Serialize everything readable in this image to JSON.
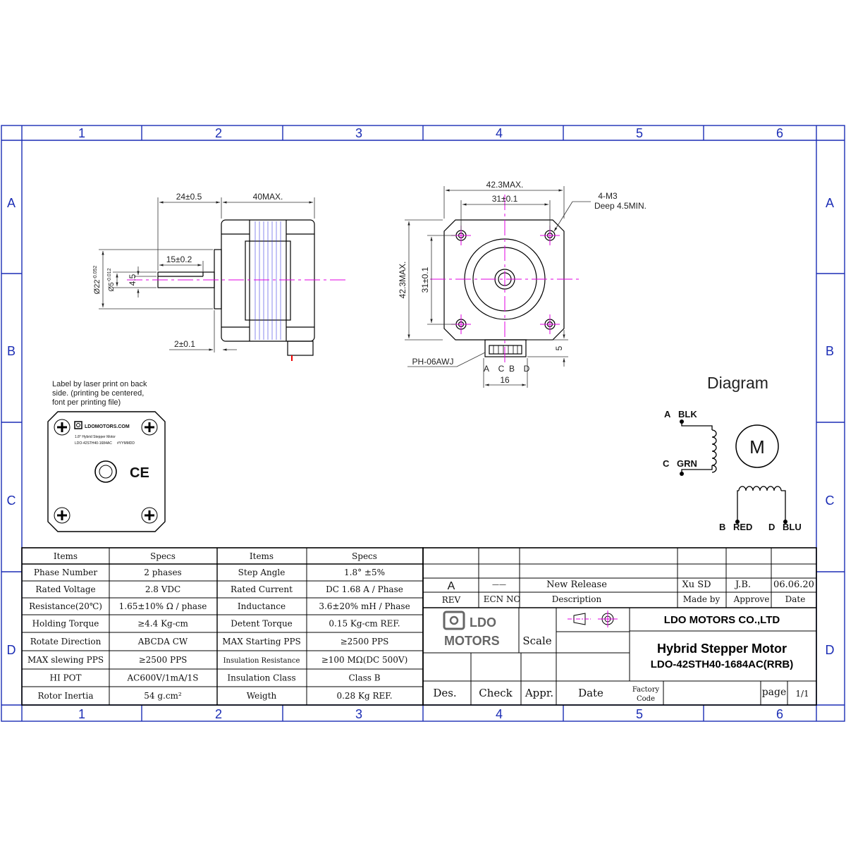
{
  "border": {
    "columns": [
      "1",
      "2",
      "3",
      "4",
      "5",
      "6"
    ],
    "rows": [
      "A",
      "B",
      "C",
      "D"
    ]
  },
  "side_view": {
    "dim_shaft_length": "24±0.5",
    "dim_body_length": "40MAX.",
    "dim_flat_length": "15±0.2",
    "dim_boss": "Ø22",
    "dim_boss_tol": "-0.052",
    "dim_shaft": "Ø5",
    "dim_shaft_tol": "-0.012",
    "dim_flat": "4.5",
    "dim_boss_height": "2±0.1"
  },
  "front_view": {
    "dim_width_max": "42.3MAX.",
    "dim_hole_spacing": "31±0.1",
    "dim_height_max": "42.3MAX.",
    "dim_hole_spacing_v": "31±0.1",
    "thread_note_1": "4-M3",
    "thread_note_2": "Deep 4.5MIN.",
    "connector_name": "PH-06AWJ",
    "connector_pins": [
      "A",
      "C",
      "B",
      "D"
    ],
    "dim_connector": "16",
    "dim_connector_h": "5"
  },
  "label_note": [
    "Label by laser print on back",
    "side. (printing be centered,",
    "font per printing file)"
  ],
  "label_preview": {
    "brand": "LDOMOTORS.COM",
    "line1": "1.8° Hybrid Stepper Motor",
    "line2": "LDO-42STH40-1684AC",
    "line3": "#YYMMDD",
    "ce_mark": "CE"
  },
  "wiring": {
    "title": "Diagram",
    "motor_symbol": "M",
    "wires": [
      {
        "pin": "A",
        "color": "BLK"
      },
      {
        "pin": "C",
        "color": "GRN"
      },
      {
        "pin": "B",
        "color": "RED"
      },
      {
        "pin": "D",
        "color": "BLU"
      }
    ]
  },
  "specs": {
    "headers": [
      "Items",
      "Specs",
      "Items",
      "Specs"
    ],
    "rows": [
      [
        "Phase Number",
        "2 phases",
        "Step Angle",
        "1.8° ±5%"
      ],
      [
        "Rated Voltage",
        "2.8 VDC",
        "Rated Current",
        "DC 1.68 A / Phase"
      ],
      [
        "Resistance(20℃)",
        "1.65±10% Ω / phase",
        "Inductance",
        "3.6±20% mH / Phase"
      ],
      [
        "Holding Torque",
        "≥4.4 Kg-cm",
        "Detent Torque",
        "0.15 Kg-cm REF."
      ],
      [
        "Rotate Direction",
        "ABCDA CW",
        "MAX Starting PPS",
        "≥2500 PPS"
      ],
      [
        "MAX slewing PPS",
        "≥2500 PPS",
        "Insulation Resistance",
        "≥100 MΩ(DC 500V)"
      ],
      [
        "HI POT",
        "AC600V/1mA/1S",
        "Insulation Class",
        "Class B"
      ],
      [
        "Rotor Inertia",
        "54 g.cm²",
        "Weigth",
        "0.28 Kg REF."
      ]
    ]
  },
  "title_block": {
    "revision": {
      "rev": "A",
      "ecn": "——",
      "description": "New Release",
      "made_by": "Xu SD",
      "approve": "J.B.",
      "date": "06.06.20"
    },
    "revision_headers": {
      "rev": "REV",
      "ecn": "ECN NO",
      "description": "Description",
      "made_by": "Made by",
      "approve": "Approve",
      "date": "Date"
    },
    "logo_line1": "LDO",
    "logo_line2": "MOTORS",
    "scale_label": "Scale",
    "company": "LDO MOTORS CO.,LTD",
    "product_title": "Hybrid Stepper Motor",
    "part_number": "LDO-42STH40-1684AC(RRB)",
    "footer": {
      "des": "Des.",
      "check": "Check",
      "appr": "Appr.",
      "date": "Date",
      "factory_1": "Factory",
      "factory_2": "Code",
      "page_label": "page",
      "page_value": "1/1"
    }
  },
  "colors": {
    "frame": "#1b2db5",
    "line": "#000000",
    "centerline": "#e000e0",
    "sheet": "#ffffff",
    "dim": "#333333"
  }
}
